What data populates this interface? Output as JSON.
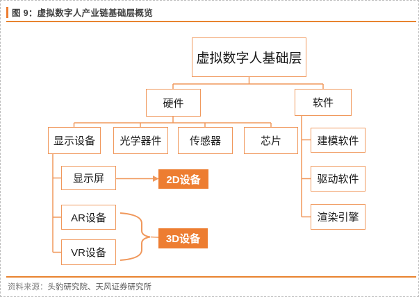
{
  "figure": {
    "title": "图 9：虚拟数字人产业链基础层概览",
    "source": {
      "label": "资料来源：",
      "text": "头豹研究院、天风证券研究所"
    }
  },
  "colors": {
    "accent_orange": "#ED7D31",
    "line_orange": "#F0985C",
    "title_text": "#3D3D3D",
    "source_text": "#595959",
    "outer_border": "#BDBDBD"
  },
  "nodes": {
    "root": "虚拟数字人基础层",
    "hardware": "硬件",
    "software": "软件",
    "display_device": "显示设备",
    "optics": "光学器件",
    "sensor": "传感器",
    "chip": "芯片",
    "screen": "显示屏",
    "ar": "AR设备",
    "vr": "VR设备",
    "modeling": "建模软件",
    "driver": "驱动软件",
    "render_engine": "渲染引擎",
    "device_2d": "2D设备",
    "device_3d": "3D设备"
  }
}
